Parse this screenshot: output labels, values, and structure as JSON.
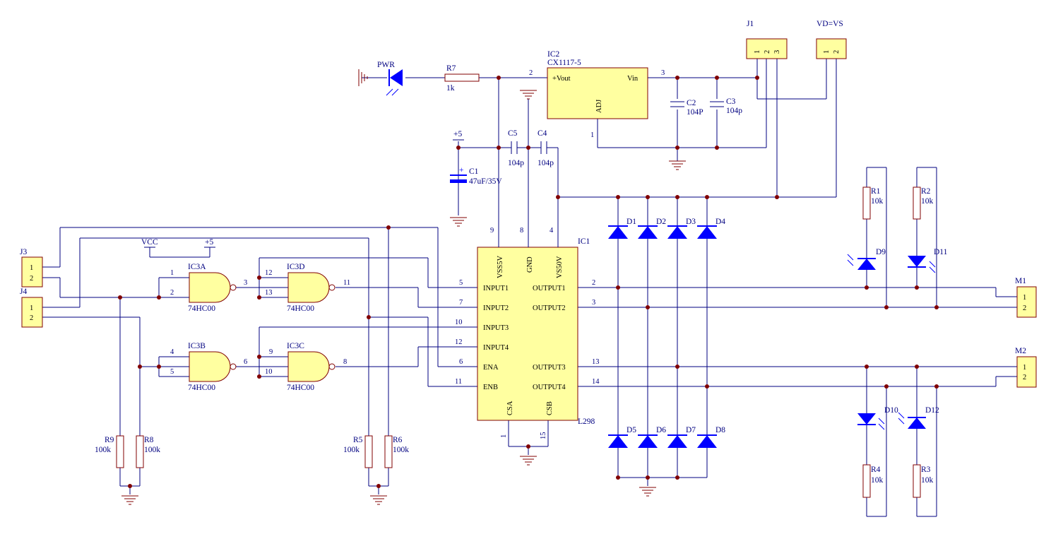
{
  "colors": {
    "wire": "#000080",
    "part_outline": "#800000",
    "part_fill": "#ffffa0",
    "component": "#0000ff",
    "junction": "#800000"
  },
  "ic1": {
    "ref": "IC1",
    "value": "L298",
    "pins_top": [
      {
        "name": "VSS5V",
        "num": "9"
      },
      {
        "name": "GND",
        "num": "8"
      },
      {
        "name": "VS50V",
        "num": "4"
      }
    ],
    "pins_left": [
      {
        "name": "INPUT1",
        "num": "5"
      },
      {
        "name": "INPUT2",
        "num": "7"
      },
      {
        "name": "INPUT3",
        "num": "10"
      },
      {
        "name": "INPUT4",
        "num": "12"
      },
      {
        "name": "ENA",
        "num": "6"
      },
      {
        "name": "ENB",
        "num": "11"
      }
    ],
    "pins_right": [
      {
        "name": "OUTPUT1",
        "num": "2"
      },
      {
        "name": "OUTPUT2",
        "num": "3"
      },
      {
        "name": "OUTPUT3",
        "num": "13"
      },
      {
        "name": "OUTPUT4",
        "num": "14"
      }
    ],
    "pins_bottom": [
      {
        "name": "CSA",
        "num": "1"
      },
      {
        "name": "CSB",
        "num": "15"
      }
    ]
  },
  "ic2": {
    "ref": "IC2",
    "value": "CX1117-5",
    "pin_vout": "+Vout",
    "pin_vin": "Vin",
    "pin_adj": "ADJ",
    "num_vout": "2",
    "num_vin": "3",
    "num_adj": "1"
  },
  "gates": [
    {
      "ref": "IC3A",
      "value": "74HC00",
      "in1": "1",
      "in2": "2",
      "out": "3"
    },
    {
      "ref": "IC3D",
      "value": "74HC00",
      "in1": "12",
      "in2": "13",
      "out": "11"
    },
    {
      "ref": "IC3B",
      "value": "74HC00",
      "in1": "4",
      "in2": "5",
      "out": "6"
    },
    {
      "ref": "IC3C",
      "value": "74HC00",
      "in1": "9",
      "in2": "10",
      "out": "8"
    }
  ],
  "connectors": [
    {
      "ref": "J1",
      "pins": [
        "1",
        "2",
        "3"
      ]
    },
    {
      "ref": "VD=VS",
      "pins": [
        "1",
        "2"
      ]
    },
    {
      "ref": "J3",
      "pins": [
        "1",
        "2"
      ]
    },
    {
      "ref": "J4",
      "pins": [
        "1",
        "2"
      ]
    },
    {
      "ref": "M1",
      "pins": [
        "1",
        "2"
      ]
    },
    {
      "ref": "M2",
      "pins": [
        "1",
        "2"
      ]
    }
  ],
  "resistors": [
    {
      "ref": "R7",
      "value": "1k"
    },
    {
      "ref": "R1",
      "value": "10k"
    },
    {
      "ref": "R2",
      "value": "10k"
    },
    {
      "ref": "R3",
      "value": "10k"
    },
    {
      "ref": "R4",
      "value": "10k"
    },
    {
      "ref": "R5",
      "value": "100k"
    },
    {
      "ref": "R6",
      "value": "100k"
    },
    {
      "ref": "R8",
      "value": "100k"
    },
    {
      "ref": "R9",
      "value": "100k"
    }
  ],
  "capacitors": [
    {
      "ref": "C1",
      "value": "47uF/35V"
    },
    {
      "ref": "C2",
      "value": "104P"
    },
    {
      "ref": "C3",
      "value": "104p"
    },
    {
      "ref": "C4",
      "value": "104p"
    },
    {
      "ref": "C5",
      "value": "104p"
    }
  ],
  "diodes": [
    "D1",
    "D2",
    "D3",
    "D4",
    "D5",
    "D6",
    "D7",
    "D8"
  ],
  "leds": [
    "PWR",
    "D9",
    "D10",
    "D11",
    "D12"
  ],
  "power": {
    "p5_a": "+5",
    "p5_b": "+5",
    "vcc": "VCC"
  }
}
